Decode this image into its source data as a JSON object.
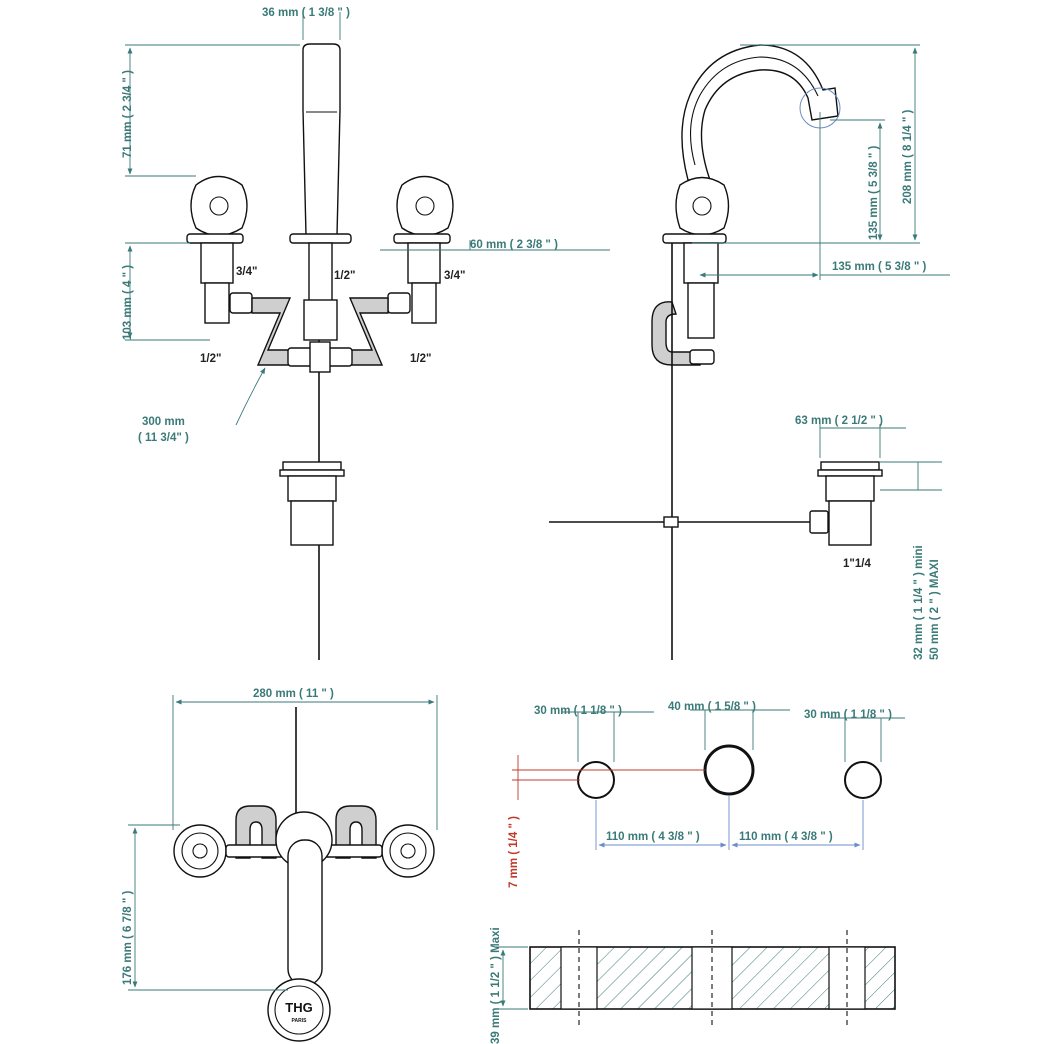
{
  "front": {
    "spout_width": "36 mm ( 1 3/8 \" )",
    "handle_height": "71 mm ( 2 3/4 \" )",
    "body_height": "103 mm ( 4 \" )",
    "left_thread": "3/4\"",
    "center_thread": "1/2\"",
    "right_thread": "3/4\"",
    "flange_dia": "60 mm ( 2 3/8 \" )",
    "left_out": "1/2\"",
    "right_out": "1/2\"",
    "hose_len": "300 mm",
    "hose_len_in": "( 11 3/4\" )"
  },
  "side": {
    "reach": "135 mm ( 5 3/8 \" )",
    "spout_height": "135 mm ( 5 3/8 \" )",
    "total_height": "208 mm ( 8 1/4 \" )",
    "drain_dia": "63 mm ( 2 1/2 \" )",
    "drain_thread": "1\"1/4",
    "deck_mini": "32 mm ( 1 1/4 \" ) mini",
    "deck_maxi": "50 mm ( 2 \" ) MAXI"
  },
  "top": {
    "spread": "280 mm ( 11 \" )",
    "depth": "176 mm ( 6 7/8 \" )",
    "logo": "THG",
    "logo_sub": "PARIS"
  },
  "holes": {
    "left_dia": "30 mm ( 1 1/8 \" )",
    "center_dia": "40 mm ( 1 5/8 \" )",
    "right_dia": "30 mm ( 1 1/8 \" )",
    "left_spacing": "110 mm ( 4 3/8 \" )",
    "right_spacing": "110 mm ( 4 3/8 \" )",
    "offset": "7 mm ( 1/4 \" )"
  },
  "section": {
    "thickness": "39 mm ( 1 1/2 \" ) Maxi"
  },
  "colors": {
    "dimension": "#3a7a78",
    "offset": "#c0392b",
    "spacing": "#6a8fc8"
  }
}
